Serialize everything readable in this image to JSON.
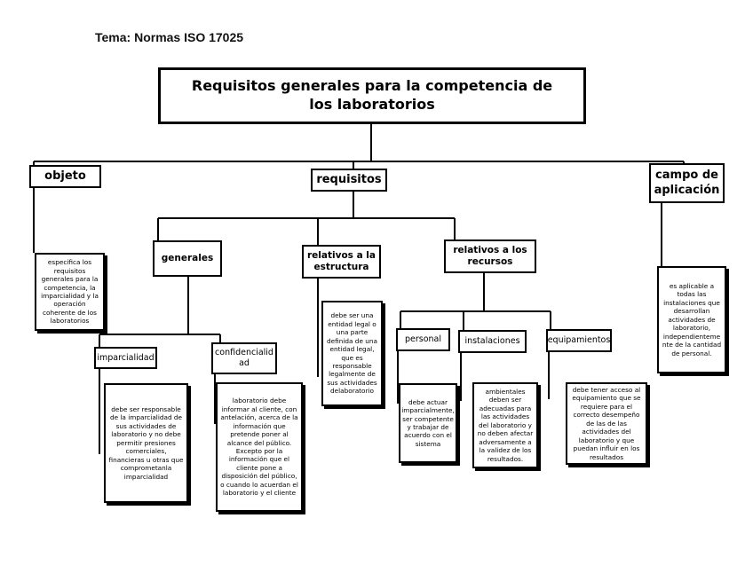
{
  "topic": "Tema: Normas ISO 17025",
  "root": "Requisitos generales para la competencia de los laboratorios",
  "nodes": {
    "objeto": "objeto",
    "requisitos": "requisitos",
    "campo": "campo de aplicación",
    "generales": "generales",
    "estructura": "relativos a la estructura",
    "recursos": "relativos a los recursos",
    "imparcialidad": "imparcialidad",
    "confidencialidad": "confidencialid ad",
    "personal": "personal",
    "instalaciones": "instalaciones",
    "equipamientos": "equipamientos"
  },
  "details": {
    "objeto": "especifica los requisitos generales para la competencia, la imparcialidad y la operación coherente de los laboratorios",
    "campo": "es aplicable a todas las instalaciones que desarrollan actividades de laboratorio, independienteme nte de la cantidad de personal.",
    "estructura": "debe ser una entidad legal o una parte definida de una entidad legal, que es responsable legalmente de sus actividades delaboratorio",
    "imparcialidad": "debe ser responsable de la imparcialidad de sus actividades de laboratorio y no debe permitir presiones comerciales, financieras u otras que comprometanla imparcialidad",
    "confidencialidad": "laboratorio debe informar al cliente, con antelación, acerca de la información que pretende poner al alcance del público. Excepto por la información que el cliente pone a disposición del público, o cuando lo acuerdan el laboratorio y el cliente",
    "personal": "debe actuar imparcialmente, ser competente y trabajar de acuerdo con el sistema",
    "instalaciones": "ambientales deben ser adecuadas para las actividades del laboratorio y no deben afectar adversamente a la validez de los resultados.",
    "equipamientos": "debe tener acceso al equipamiento que se requiere para el correcto desempeño de las de las actividades del laboratorio y que puedan influir en los resultados"
  }
}
